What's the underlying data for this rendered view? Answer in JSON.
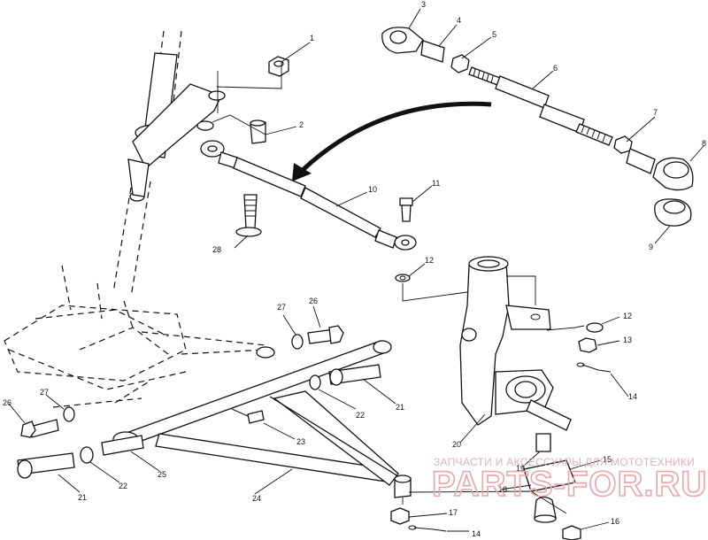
{
  "diagram": {
    "callouts": [
      "1",
      "2",
      "3",
      "4",
      "5",
      "6",
      "7",
      "8",
      "9",
      "10",
      "11",
      "12",
      "12",
      "13",
      "14",
      "14",
      "15",
      "16",
      "17",
      "18",
      "19",
      "20",
      "21",
      "21",
      "22",
      "22",
      "23",
      "24",
      "25",
      "26",
      "26",
      "27",
      "27",
      "28"
    ]
  },
  "watermark": {
    "caption": "ЗАПЧАСТИ И АКСЕССУАРЫ ДЛЯ МОТОТЕХНИКИ",
    "site": "PARTS-FOR.RU"
  }
}
